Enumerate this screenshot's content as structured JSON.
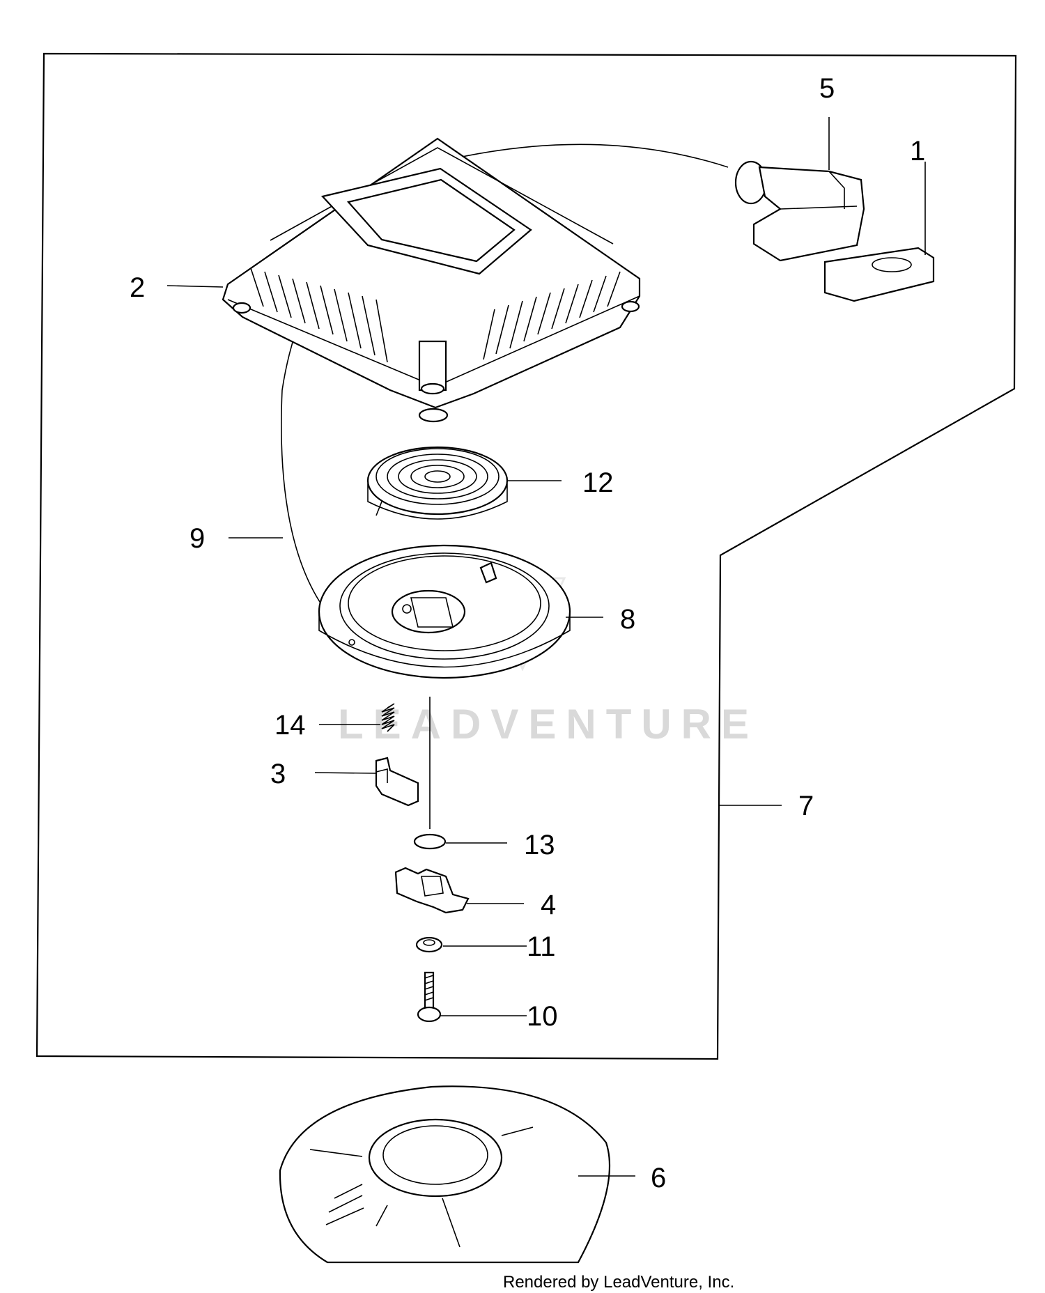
{
  "diagram": {
    "callouts": [
      "1",
      "2",
      "3",
      "4",
      "5",
      "6",
      "7",
      "8",
      "9",
      "10",
      "11",
      "12",
      "13",
      "14"
    ],
    "watermark": "LEADVENTURE",
    "footer": "Rendered by LeadVenture, Inc.",
    "colors": {
      "line": "#000000",
      "background": "#ffffff",
      "watermark": "#d9d9d9"
    }
  }
}
